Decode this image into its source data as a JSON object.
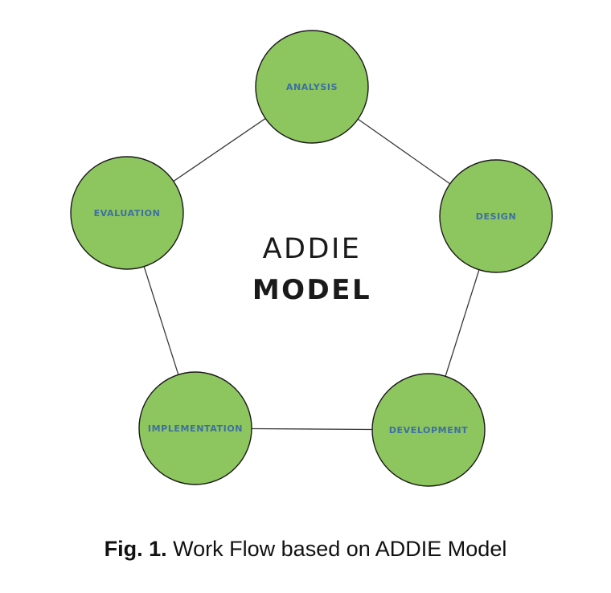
{
  "diagram": {
    "title_line1": "ADDIE",
    "title_line2": "MODEL",
    "node_fill": "#8dc55e",
    "label_color": "#3d6fa3",
    "nodes": [
      {
        "id": "analysis",
        "label": "ANALYSIS"
      },
      {
        "id": "design",
        "label": "DESIGN"
      },
      {
        "id": "development",
        "label": "DEVELOPMENT"
      },
      {
        "id": "implementation",
        "label": "IMPLEMENTATION"
      },
      {
        "id": "evaluation",
        "label": "EVALUATION"
      }
    ],
    "connections": [
      [
        "analysis",
        "design"
      ],
      [
        "design",
        "development"
      ],
      [
        "development",
        "implementation"
      ],
      [
        "implementation",
        "evaluation"
      ],
      [
        "evaluation",
        "analysis"
      ]
    ]
  },
  "caption": {
    "label": "Fig. 1.",
    "text": " Work Flow based on ADDIE Model"
  }
}
